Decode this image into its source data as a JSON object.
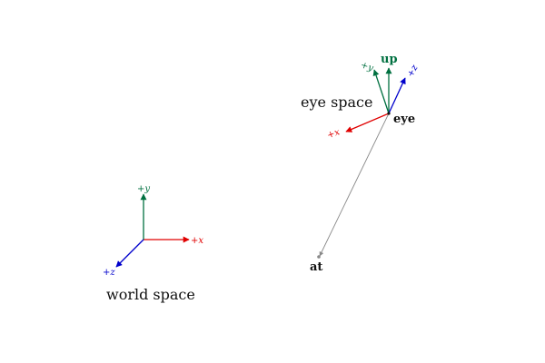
{
  "colors": {
    "x_axis": "#e00000",
    "y_axis": "#007040",
    "z_axis": "#0000cc",
    "sight_line": "#888888",
    "text": "#111111"
  },
  "world": {
    "title": "world space",
    "x_label": "+x",
    "y_label": "+y",
    "z_label": "+z"
  },
  "eye": {
    "title": "eye space",
    "eye_label": "eye",
    "up_label": "up",
    "at_label": "at",
    "x_label": "+x",
    "y_label": "+y",
    "z_label": "+z"
  }
}
